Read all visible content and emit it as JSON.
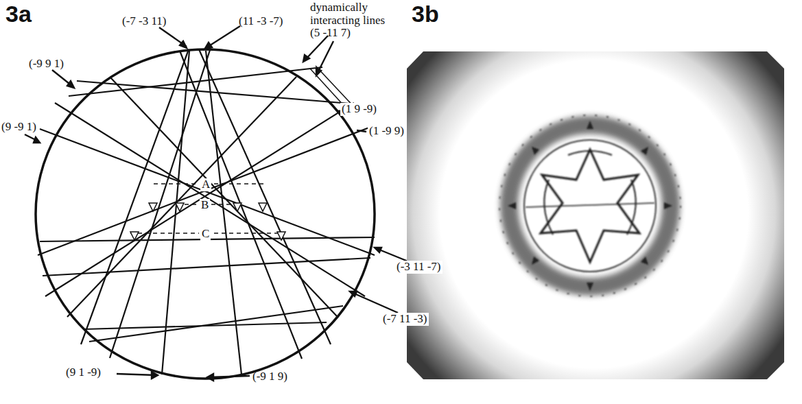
{
  "diagram": {
    "labels": [
      "3a",
      "(-7 -3 11)",
      "(11 -3 -7)",
      "dynamically interacting lines (5 -11 7)",
      "3b",
      "(-9 9 1)",
      "(1 9 -9)",
      "(1 -9 9)",
      "(9 -9 1)",
      "A",
      "B",
      "C",
      "(-3 11 -7)",
      "(-7 11 -3)",
      "(9 1 -9)",
      "(-9 1 9)"
    ]
  }
}
